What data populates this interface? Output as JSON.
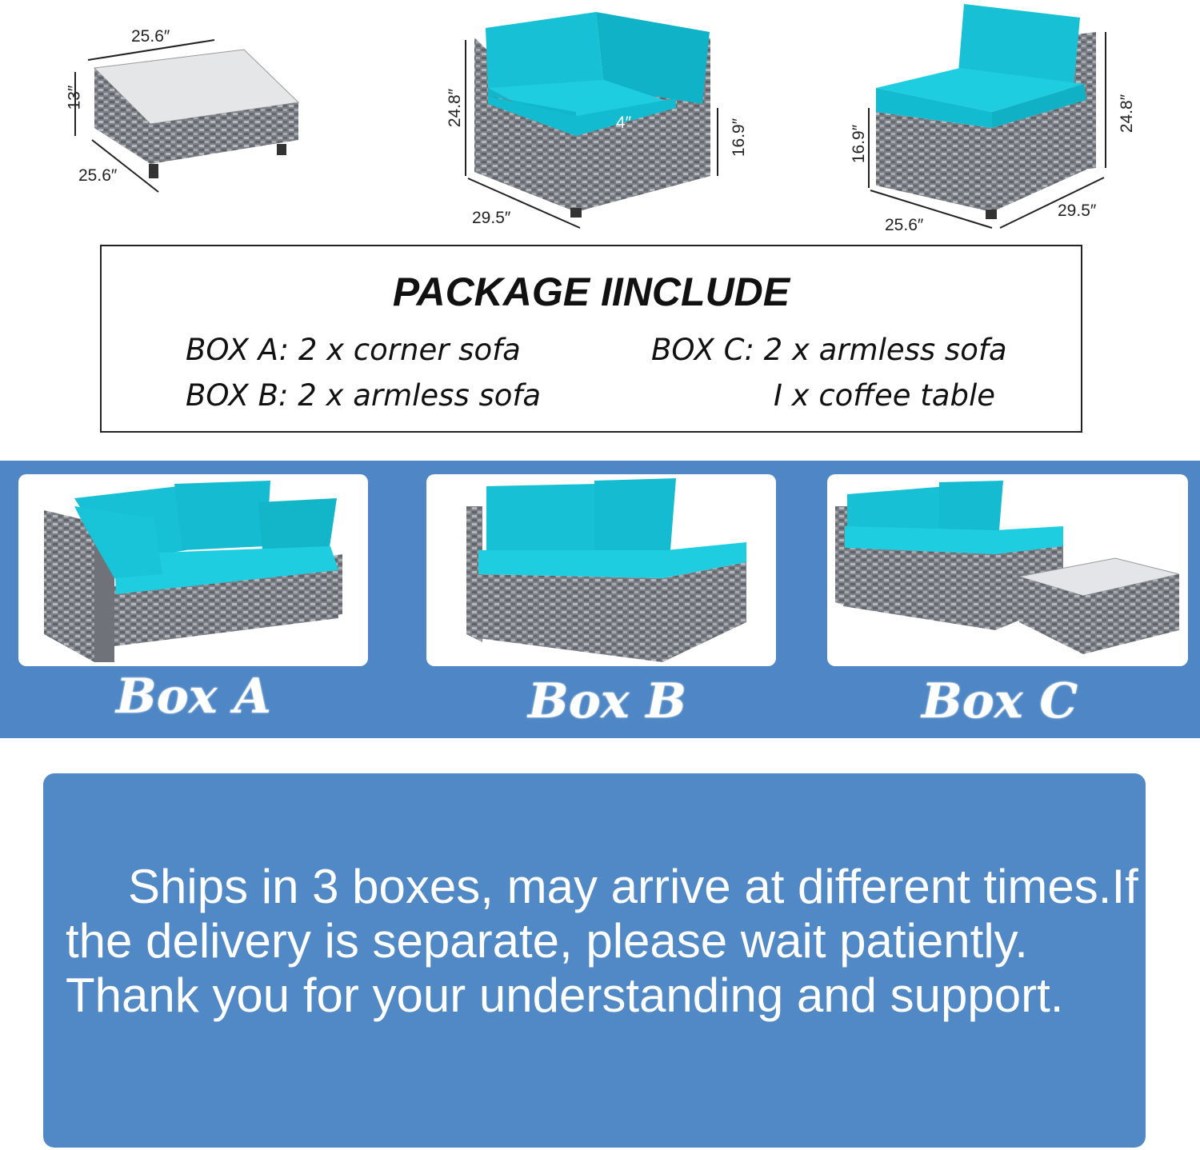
{
  "dimensions": {
    "coffee_table": {
      "width": "25.6″",
      "depth": "25.6″",
      "height": "13″"
    },
    "corner_sofa": {
      "height": "24.8″",
      "seat_height": "16.9″",
      "cushion": "4″",
      "width": "29.5″"
    },
    "armless_sofa": {
      "height": "24.8″",
      "seat_height": "16.9″",
      "width": "25.6″",
      "depth": "29.5″"
    }
  },
  "package": {
    "title": "PACKAGE IINCLUDE",
    "box_a": "BOX A: 2 x corner sofa",
    "box_b": "BOX B: 2 x armless sofa",
    "box_c_1": "BOX C: 2 x armless sofa",
    "box_c_2": "I x coffee table"
  },
  "boxes": [
    {
      "label": "Box A"
    },
    {
      "label": "Box B"
    },
    {
      "label": "Box C"
    }
  ],
  "notice": "Ships in 3 boxes, may arrive at different times.If the delivery is separate, please wait patiently. Thank you for your understanding and support.",
  "colors": {
    "band": "#4f87c6",
    "cushion": "#16c3d6",
    "wicker": "#8a8d92"
  }
}
